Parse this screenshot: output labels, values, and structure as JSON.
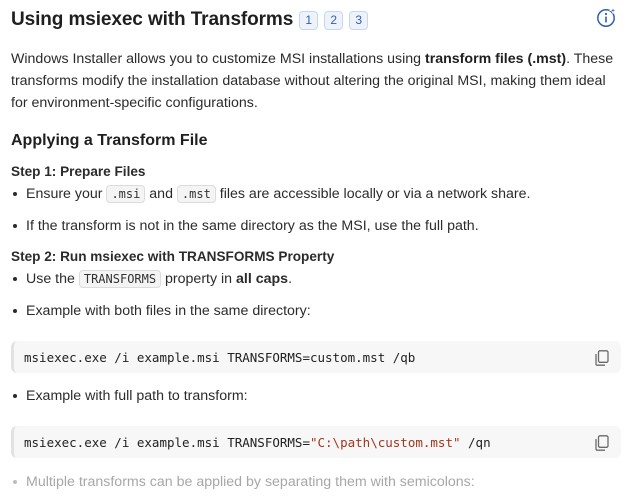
{
  "header": {
    "title": "Using msiexec with Transforms",
    "citations": [
      "1",
      "2",
      "3"
    ]
  },
  "intro": {
    "part1": "Windows Installer allows you to customize MSI installations using ",
    "bold": "transform files (.mst)",
    "part2": ". These transforms modify the installation database without altering the original MSI, making them ideal for environment-specific configurations."
  },
  "section": {
    "heading": "Applying a Transform File",
    "step1": {
      "heading": "Step 1: Prepare Files",
      "bullet1": {
        "pre": "Ensure your ",
        "code1": ".msi",
        "mid": " and ",
        "code2": ".mst",
        "post": " files are accessible locally or via a network share."
      },
      "bullet2": "If the transform is not in the same directory as the MSI, use the full path."
    },
    "step2": {
      "heading": "Step 2: Run msiexec with TRANSFORMS Property",
      "bullet1": {
        "pre": "Use the ",
        "code": "TRANSFORMS",
        "mid": " property in ",
        "bold": "all caps",
        "post": "."
      },
      "bullet2": "Example with both files in the same directory:",
      "code1": "msiexec.exe /i example.msi TRANSFORMS=custom.mst /qb",
      "bullet3": "Example with full path to transform:",
      "code2": {
        "pre": "msiexec.exe /i example.msi TRANSFORMS=",
        "str": "\"C:\\path\\custom.mst\"",
        "post": " /qn"
      },
      "bullet4": "Multiple transforms can be applied by separating them with semicolons:"
    }
  },
  "colors": {
    "accent": "#2f5fb3",
    "string": "#a3361c"
  },
  "icons": {
    "info": "info-sparkle-icon",
    "copy": "copy-icon"
  }
}
